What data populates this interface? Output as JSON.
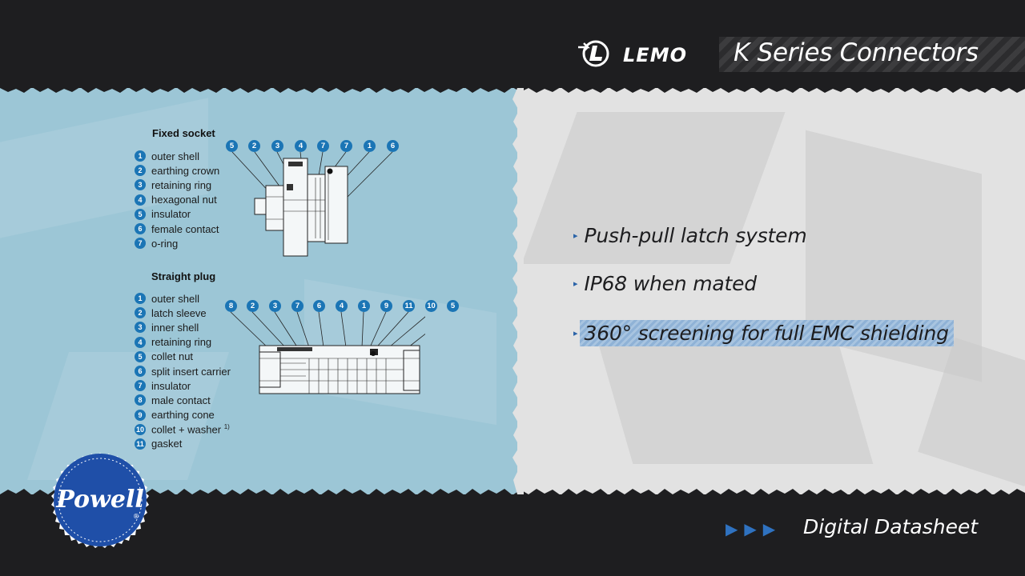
{
  "header": {
    "brand_text": "LEMO",
    "title": "K Series Connectors"
  },
  "fixed_socket": {
    "title": "Fixed socket",
    "items": [
      {
        "n": "1",
        "label": "outer shell"
      },
      {
        "n": "2",
        "label": "earthing crown"
      },
      {
        "n": "3",
        "label": "retaining ring"
      },
      {
        "n": "4",
        "label": "hexagonal nut"
      },
      {
        "n": "5",
        "label": "insulator"
      },
      {
        "n": "6",
        "label": "female contact"
      },
      {
        "n": "7",
        "label": "o-ring"
      }
    ],
    "callouts": [
      "5",
      "2",
      "3",
      "4",
      "7",
      "7",
      "1",
      "6"
    ]
  },
  "straight_plug": {
    "title": "Straight plug",
    "items": [
      {
        "n": "1",
        "label": "outer shell"
      },
      {
        "n": "2",
        "label": "latch sleeve"
      },
      {
        "n": "3",
        "label": "inner shell"
      },
      {
        "n": "4",
        "label": "retaining ring"
      },
      {
        "n": "5",
        "label": "collet nut"
      },
      {
        "n": "6",
        "label": "split insert carrier"
      },
      {
        "n": "7",
        "label": "insulator"
      },
      {
        "n": "8",
        "label": "male contact"
      },
      {
        "n": "9",
        "label": "earthing cone"
      },
      {
        "n": "10",
        "label": "collet + washer",
        "note": "1)"
      },
      {
        "n": "11",
        "label": "gasket"
      }
    ],
    "callouts": [
      "8",
      "2",
      "3",
      "7",
      "6",
      "4",
      "1",
      "9",
      "11",
      "10",
      "5"
    ]
  },
  "features": [
    {
      "text": "Push-pull latch system",
      "highlighted": false
    },
    {
      "text": "IP68 when mated",
      "highlighted": false
    },
    {
      "text": "360° screening for full EMC shielding",
      "highlighted": true
    }
  ],
  "footer": {
    "label": "Digital Datasheet",
    "arrow_glyph": "▶"
  },
  "powell_logo": {
    "text": "Powell",
    "registered": "®"
  },
  "colors": {
    "background_dark": "#1e1e20",
    "left_panel": "#9cc6d6",
    "right_panel": "#e2e2e2",
    "accent_blue": "#2f72c0",
    "callout_blue": "#1b75b5",
    "powell_blue": "#1f4fa8"
  }
}
